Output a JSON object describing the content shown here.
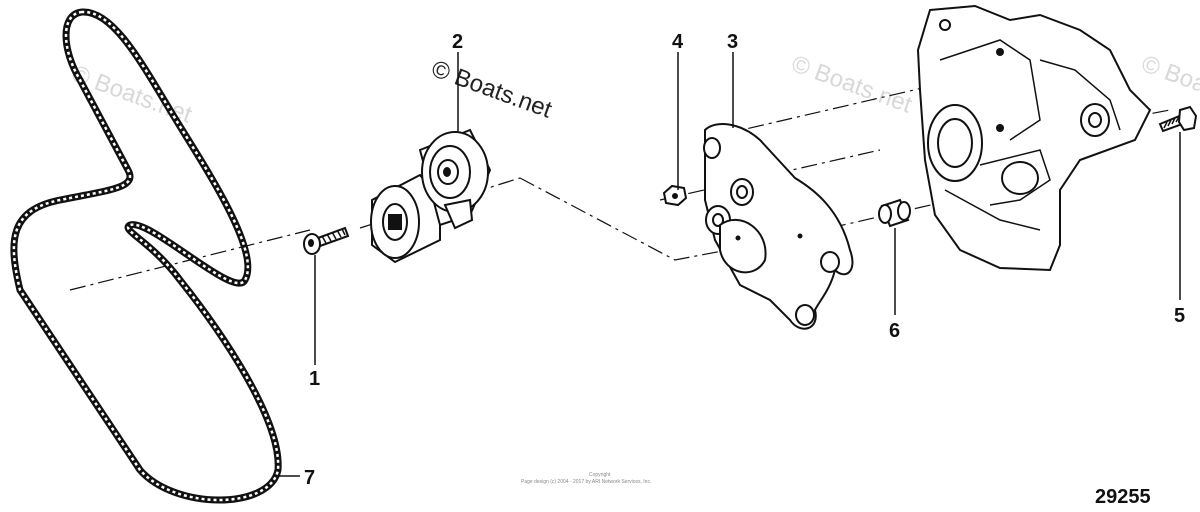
{
  "diagram": {
    "watermarks": {
      "left": "© Boats.net",
      "center": "© Boats.net",
      "right1": "© Boats.net",
      "right2": "© Boats.net"
    },
    "callouts": {
      "c1": "1",
      "c2": "2",
      "c3": "3",
      "c4": "4",
      "c5": "5",
      "c6": "6",
      "c7": "7"
    },
    "figure_number": "29255",
    "copyright_line1": "Copyright",
    "copyright_line2": "Page design (c) 2004 - 2017 by ARI Network Services, Inc."
  }
}
